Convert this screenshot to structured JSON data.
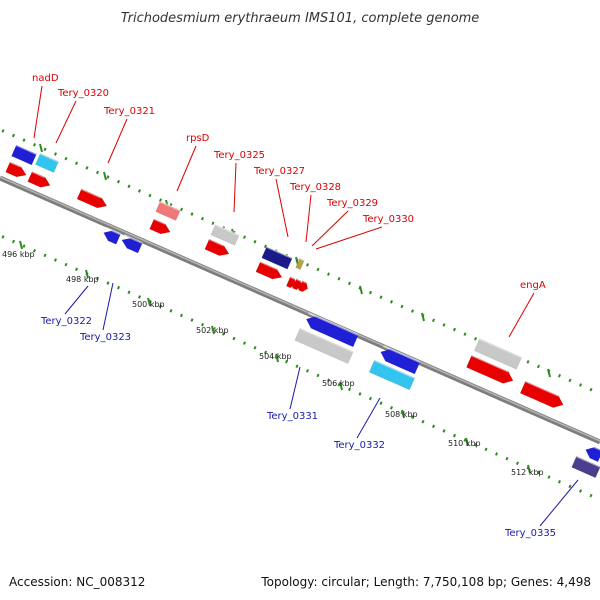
{
  "header": {
    "title": "Trichodesmium erythraeum IMS101, complete genome"
  },
  "footer": {
    "accession": "Accession: NC_008312",
    "summary": "Topology: circular; Length: 7,750,108 bp; Genes: 4,498"
  },
  "colors": {
    "backbone": "#8a8a8a",
    "dots": "#2e8b1e",
    "top_label": "#dd0000",
    "bottom_label": "#1a1aa8"
  },
  "kbp_labels": [
    "496 kbp",
    "498 kbp",
    "500 kbp",
    "502 kbp",
    "504 kbp",
    "506 kbp",
    "508 kbp",
    "510 kbp",
    "512 kbp"
  ],
  "top_genes": [
    {
      "name": "nadD"
    },
    {
      "name": "Tery_0320"
    },
    {
      "name": "Tery_0321"
    },
    {
      "name": "rpsD"
    },
    {
      "name": "Tery_0325"
    },
    {
      "name": "Tery_0327"
    },
    {
      "name": "Tery_0328"
    },
    {
      "name": "Tery_0329"
    },
    {
      "name": "Tery_0330"
    },
    {
      "name": "engA"
    }
  ],
  "bottom_genes": [
    {
      "name": "Tery_0322"
    },
    {
      "name": "Tery_0323"
    },
    {
      "name": "Tery_0331"
    },
    {
      "name": "Tery_0332"
    },
    {
      "name": "Tery_0335"
    }
  ]
}
